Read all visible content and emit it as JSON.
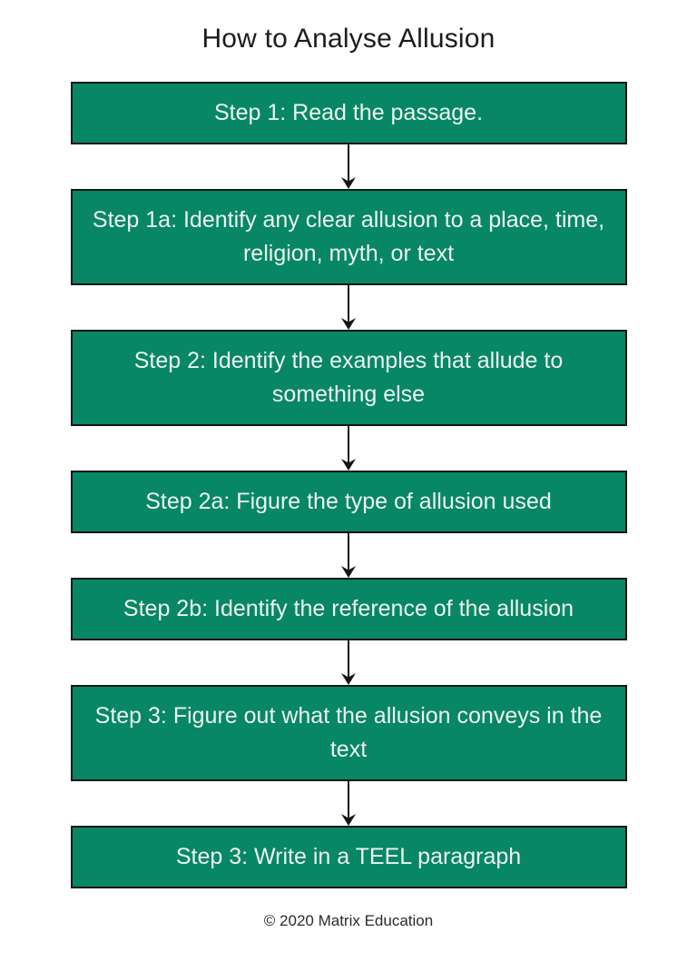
{
  "page": {
    "title": "How to Analyse Allusion",
    "footer": "© 2020 Matrix Education"
  },
  "colors": {
    "box_fill": "#078765",
    "box_border": "#151515",
    "box_text": "#edf3f0",
    "arrow": "#151515",
    "title": "#1c1c1c",
    "footer": "#2b2b2b",
    "background": "#ffffff"
  },
  "flowchart": {
    "steps": [
      {
        "label": "Step 1: Read the passage."
      },
      {
        "label": "Step 1a: Identify any clear allusion to a place, time, religion, myth, or text"
      },
      {
        "label": "Step 2: Identify the examples that allude to something else"
      },
      {
        "label": "Step 2a: Figure the type of allusion used"
      },
      {
        "label": "Step 2b: Identify the reference of the allusion"
      },
      {
        "label": "Step 3: Figure out what the allusion conveys in the text"
      },
      {
        "label": "Step 3: Write in a TEEL paragraph"
      }
    ]
  }
}
